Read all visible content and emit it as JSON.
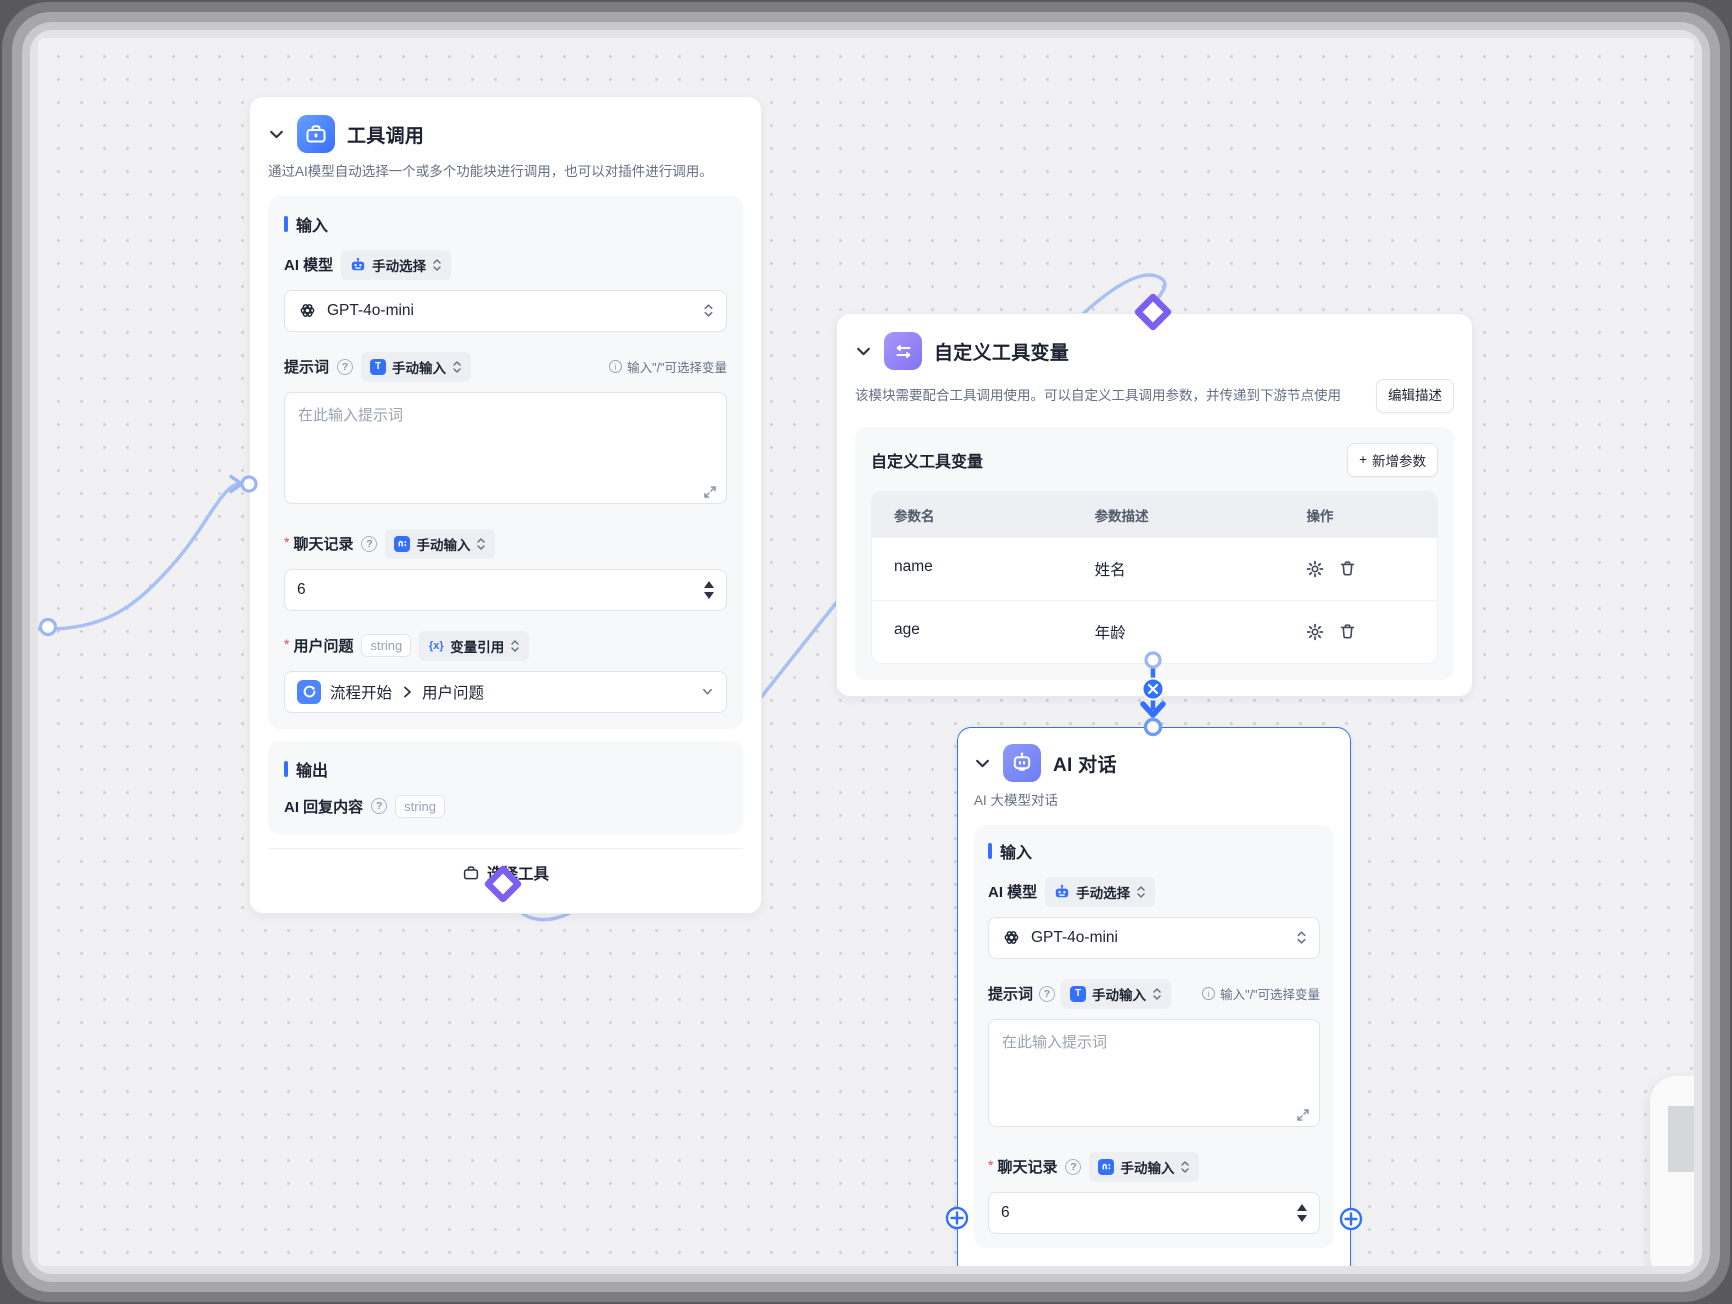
{
  "colors": {
    "accent": "#3370ff",
    "connector": "#a8c0f4",
    "diamond": "#7c5ff0"
  },
  "icons": {
    "plus": "+",
    "question": "?",
    "info": "i",
    "text_badge": "T",
    "vars_badge": "{x}"
  },
  "nodes": {
    "tool_call": {
      "title": "工具调用",
      "description": "通过AI模型自动选择一个或多个功能块进行调用，也可以对插件进行调用。",
      "input_label": "输入",
      "model_label": "AI 模型",
      "model_mode": "手动选择",
      "model_value": "GPT-4o-mini",
      "prompt_label": "提示词",
      "prompt_mode": "手动输入",
      "prompt_hint": "输入\"/\"可选择变量",
      "prompt_placeholder": "在此输入提示词",
      "history_label": "聊天记录",
      "history_mode": "手动输入",
      "history_value": "6",
      "question_label": "用户问题",
      "question_type": "string",
      "question_mode": "变量引用",
      "question_ref_source": "流程开始",
      "question_ref_field": "用户问题",
      "output_label": "输出",
      "output_field": "AI 回复内容",
      "output_type": "string",
      "footer_button": "选择工具"
    },
    "custom_vars": {
      "title": "自定义工具变量",
      "description": "该模块需要配合工具调用使用。可以自定义工具调用参数，并传递到下游节点使用",
      "edit_button": "编辑描述",
      "panel_title": "自定义工具变量",
      "add_button": "新增参数",
      "table": {
        "headers": [
          "参数名",
          "参数描述",
          "操作"
        ],
        "rows": [
          {
            "name": "name",
            "desc": "姓名"
          },
          {
            "name": "age",
            "desc": "年龄"
          }
        ]
      }
    },
    "ai_chat": {
      "title": "AI 对话",
      "description": "AI 大模型对话",
      "input_label": "输入",
      "model_label": "AI 模型",
      "model_mode": "手动选择",
      "model_value": "GPT-4o-mini",
      "prompt_label": "提示词",
      "prompt_mode": "手动输入",
      "prompt_hint": "输入\"/\"可选择变量",
      "prompt_placeholder": "在此输入提示词",
      "history_label": "聊天记录",
      "history_mode": "手动输入",
      "history_value": "6"
    }
  }
}
